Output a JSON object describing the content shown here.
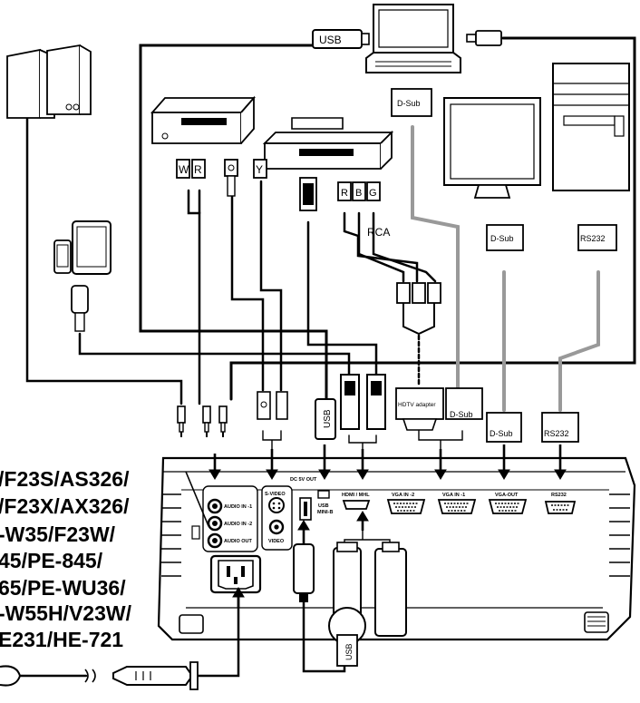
{
  "labels": {
    "usb_top": "USB",
    "dsub_laptop": "D-Sub",
    "dsub_monitor": "D-Sub",
    "rs232_pc": "RS232",
    "rca": "RCA",
    "w": "W",
    "r": "R",
    "y": "Y",
    "rca_r": "R",
    "rca_b": "B",
    "rca_g": "G",
    "usb_side": "USB",
    "usb_bottom": "USB",
    "hdtv_adapter": "HDTV adapter",
    "dsub_projector": "D-Sub",
    "dsub_out": "D-Sub",
    "rs232_out": "RS232"
  },
  "ports": {
    "audio_in_1": "AUDIO IN -1",
    "audio_in_2": "AUDIO IN -2",
    "audio_out": "AUDIO OUT",
    "s_video": "S-VIDEO",
    "video": "VIDEO",
    "dc_5v_out": "DC 5V OUT",
    "usb_mini_b_1": "USB",
    "usb_mini_b_2": "MINI-B",
    "hdmi_mhl": "HDMI / MHL",
    "vga_in_2": "VGA IN -2",
    "vga_in_1": "VGA IN -1",
    "vga_out": "VGA-OUT",
    "rs232": "RS232"
  },
  "models": [
    "/F23S/AS326/",
    "/F23X/AX326/",
    "-W35/F23W/",
    "45/PE-845/",
    "65/PE-WU36/",
    "-W55H/V23W/",
    "E231/HE-721"
  ]
}
